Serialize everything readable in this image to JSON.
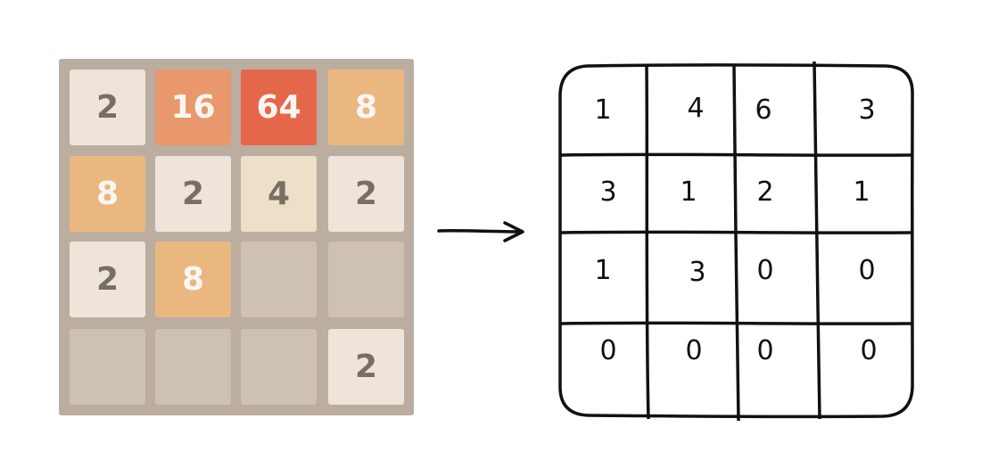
{
  "board": {
    "tiles": [
      [
        2,
        16,
        64,
        8
      ],
      [
        8,
        2,
        4,
        2
      ],
      [
        2,
        8,
        null,
        null
      ],
      [
        null,
        null,
        null,
        2
      ]
    ],
    "colors": {
      "background": "#bbada0",
      "empty": "#cdc1b4",
      "2": "#eee4da",
      "4": "#ede0c8",
      "8": "#eab781",
      "16": "#e9976c",
      "64": "#e5674a"
    }
  },
  "arrow_icon": "right-arrow-icon",
  "sketch_grid": {
    "cells": [
      [
        "1",
        "4",
        "6",
        "3"
      ],
      [
        "3",
        "1",
        "2",
        "1"
      ],
      [
        "1",
        "3",
        "0",
        "0"
      ],
      [
        "0",
        "0",
        "0",
        "0"
      ]
    ]
  }
}
